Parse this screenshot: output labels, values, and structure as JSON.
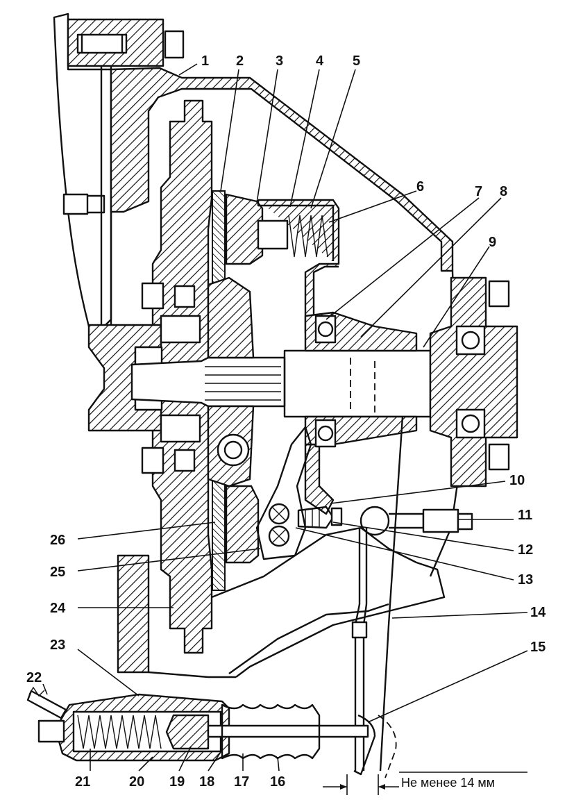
{
  "diagram": {
    "callouts": [
      "1",
      "2",
      "3",
      "4",
      "5",
      "6",
      "7",
      "8",
      "9",
      "10",
      "11",
      "12",
      "13",
      "14",
      "15",
      "16",
      "17",
      "18",
      "19",
      "20",
      "21",
      "22",
      "23",
      "24",
      "25",
      "26"
    ],
    "dimension_note": "Не менее 14 мм"
  }
}
